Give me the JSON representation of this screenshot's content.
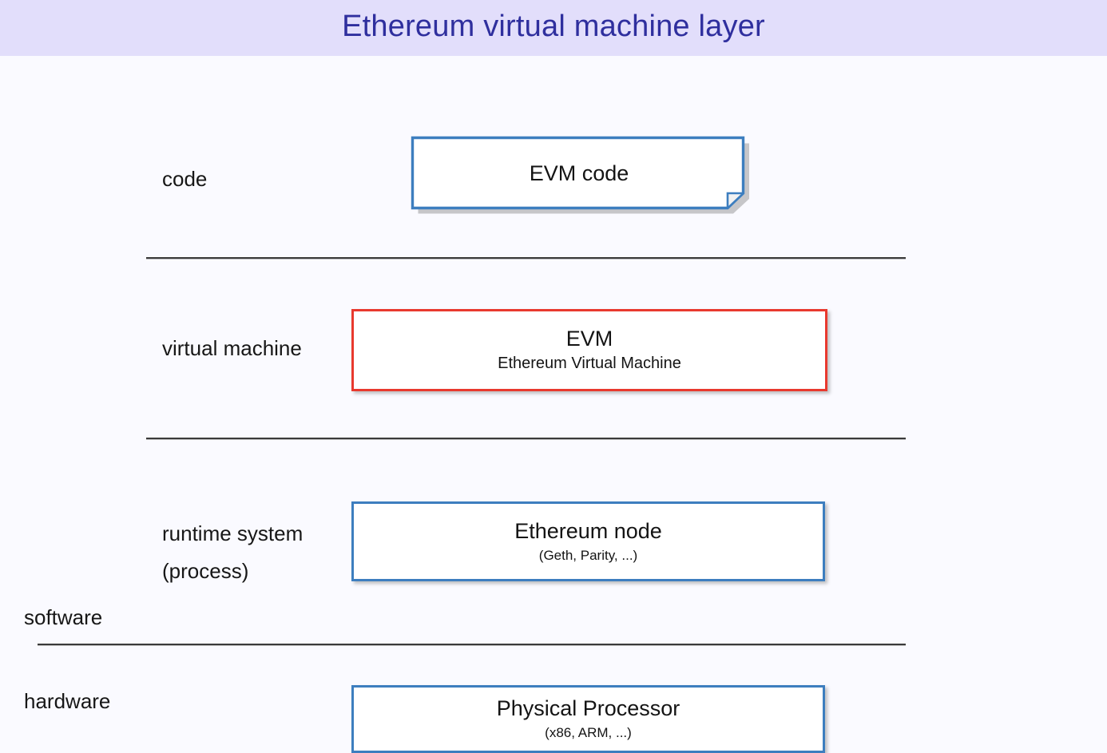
{
  "slide": {
    "title": "Ethereum virtual machine layer",
    "title_color": "#2f2f9e",
    "title_band_color": "#e2defb",
    "background_color": "#fafaff"
  },
  "row_labels": {
    "code": "code",
    "virtual_machine": "virtual machine",
    "runtime_system_line1": "runtime system",
    "runtime_system_line2": "(process)",
    "software": "software",
    "hardware": "hardware"
  },
  "boxes": {
    "evm_code": {
      "label": "EVM code",
      "border_color": "#3d7ebf",
      "shape": "document-dogear"
    },
    "evm": {
      "label": "EVM",
      "sublabel": "Ethereum Virtual Machine",
      "border_color": "#e8392e",
      "shape": "rectangle"
    },
    "ethereum_node": {
      "label": "Ethereum node",
      "sublabel": "(Geth, Parity, ...)",
      "border_color": "#3d7ebf",
      "shape": "rectangle"
    },
    "physical_processor": {
      "label": "Physical Processor",
      "sublabel": "(x86, ARM, ...)",
      "border_color": "#3d7ebf",
      "shape": "rectangle"
    }
  },
  "dividers": {
    "code_vm_rule": "divider-code-vm",
    "vm_runtime_rule": "divider-vm-runtime",
    "software_hardware_rule": "divider-software-hardware"
  }
}
